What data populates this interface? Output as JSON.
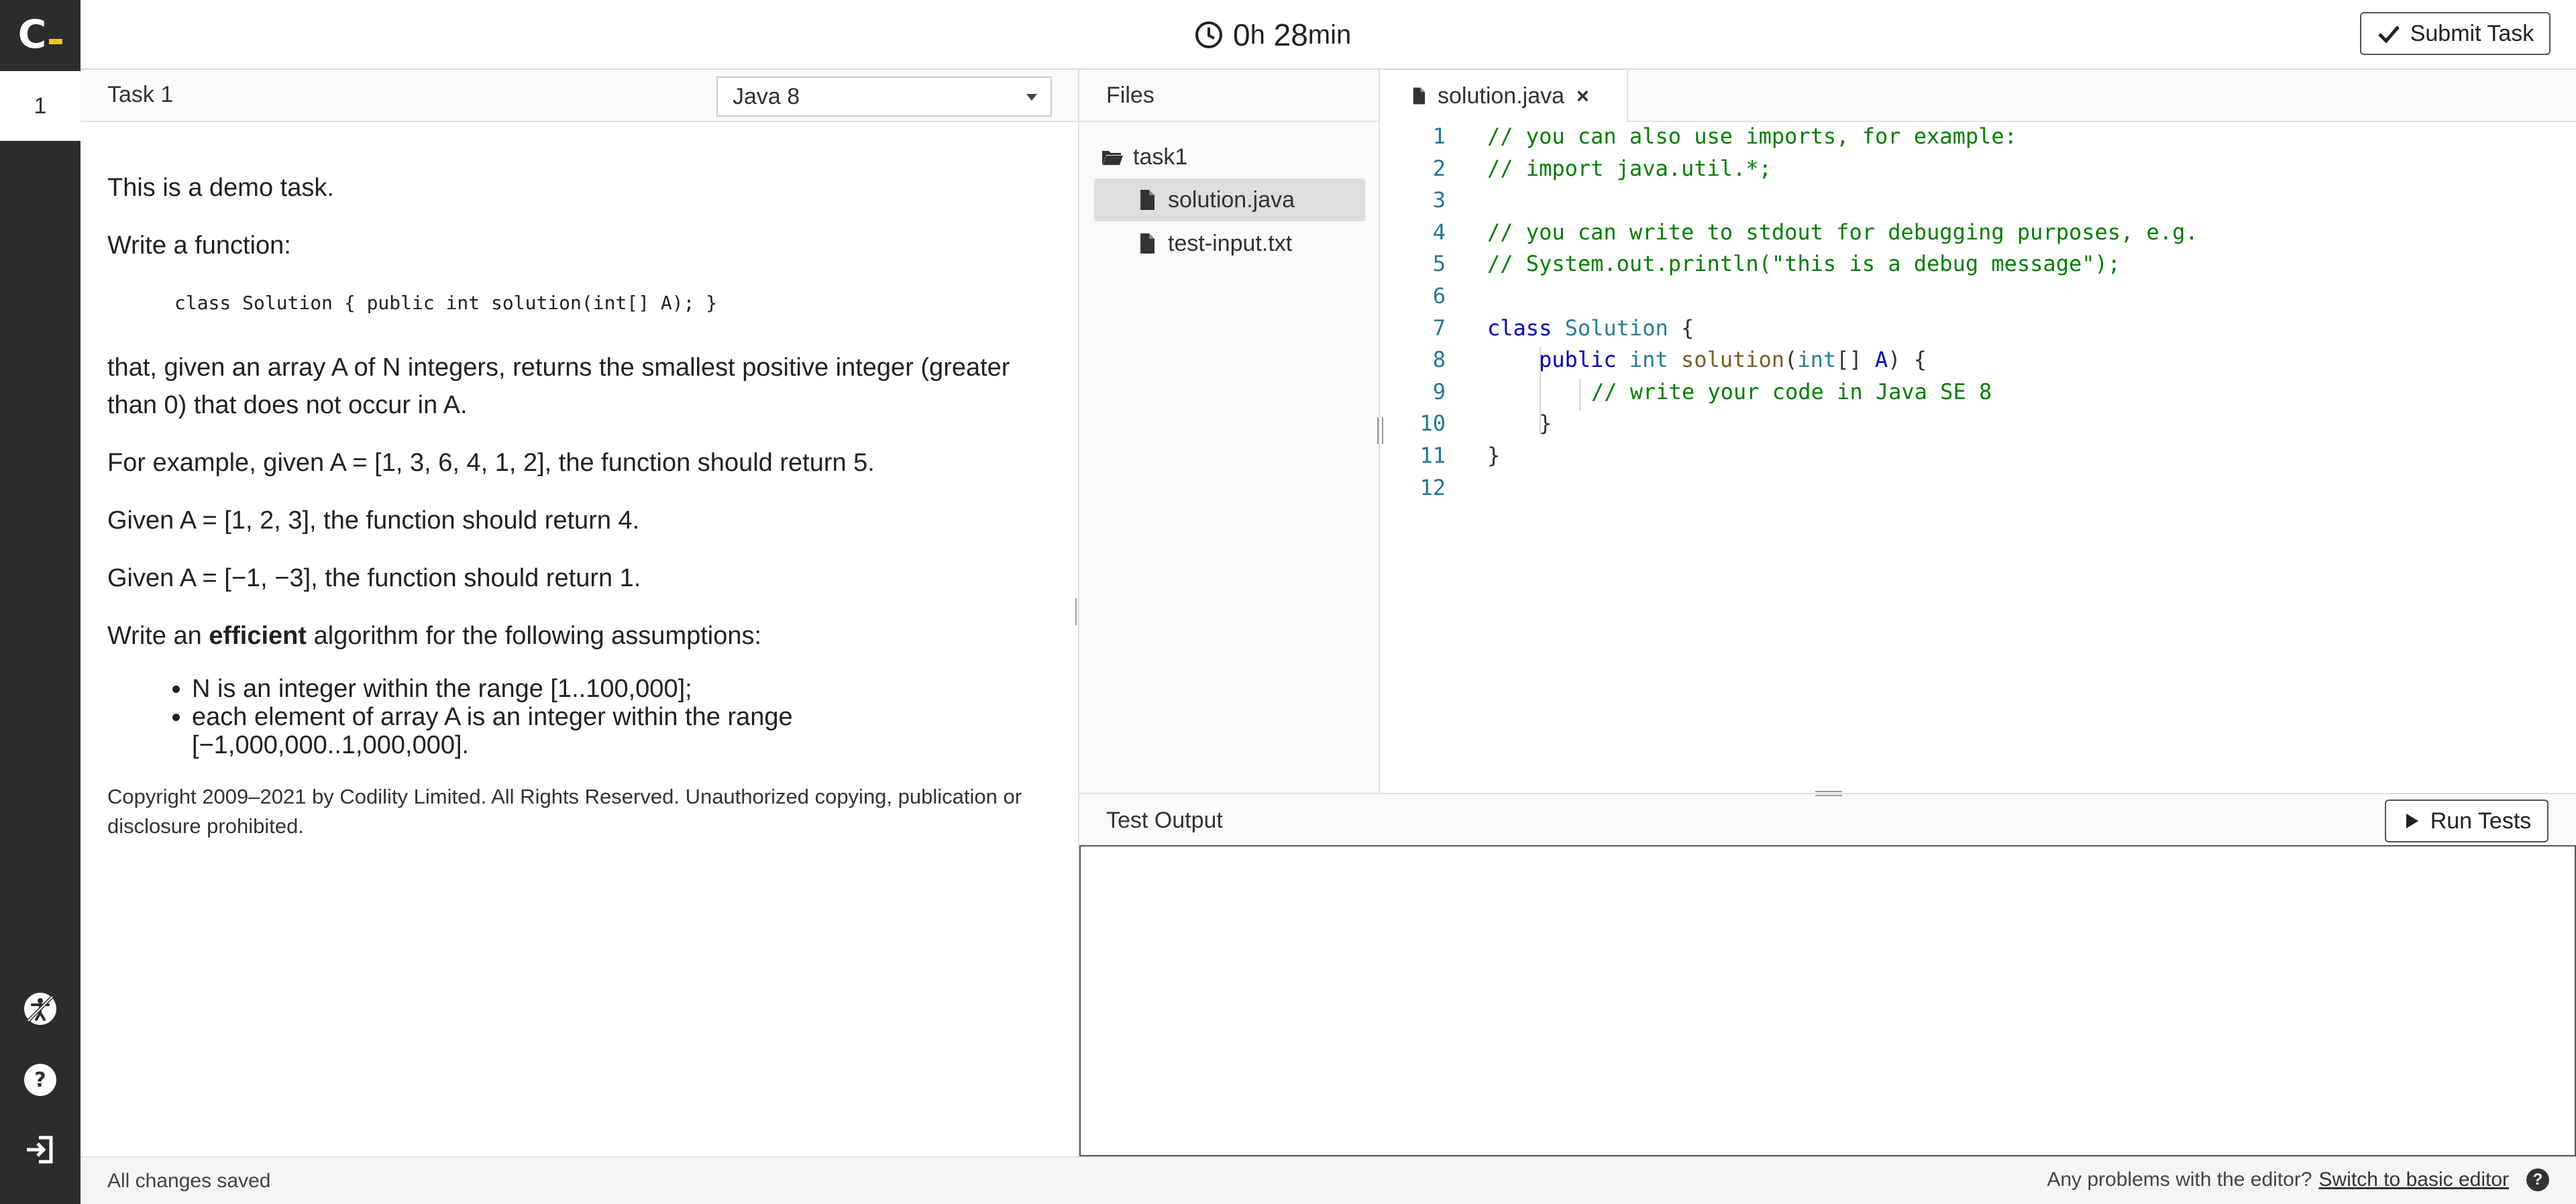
{
  "sidebar": {
    "logo_text": "C",
    "task_number": "1",
    "icons": [
      "accessibility-icon",
      "help-icon",
      "exit-icon"
    ]
  },
  "topbar": {
    "timer_hours": "0",
    "timer_h_unit": "h",
    "timer_minutes": "28",
    "timer_min_unit": "min",
    "submit_label": "Submit Task"
  },
  "task": {
    "title": "Task 1",
    "language": "Java 8",
    "paragraphs": {
      "p1": "This is a demo task.",
      "p2": "Write a function:",
      "signature": "class Solution { public int solution(int[] A); }",
      "p3": "that, given an array A of N integers, returns the smallest positive integer (greater than 0) that does not occur in A.",
      "p4": "For example, given A = [1, 3, 6, 4, 1, 2], the function should return 5.",
      "p5": "Given A = [1, 2, 3], the function should return 4.",
      "p6": "Given A = [−1, −3], the function should return 1.",
      "p7_before": "Write an ",
      "p7_bold": "efficient",
      "p7_after": " algorithm for the following assumptions:",
      "bullet1": "N is an integer within the range [1..100,000];",
      "bullet2": "each element of array A is an integer within the range [−1,000,000..1,000,000].",
      "copyright": "Copyright 2009–2021 by Codility Limited. All Rights Reserved. Unauthorized copying, publication or disclosure prohibited."
    }
  },
  "files": {
    "header": "Files",
    "folder": "task1",
    "items": [
      "solution.java",
      "test-input.txt"
    ]
  },
  "editor": {
    "tab_label": "solution.java",
    "tab_close": "×",
    "line_numbers": [
      "1",
      "2",
      "3",
      "4",
      "5",
      "6",
      "7",
      "8",
      "9",
      "10",
      "11",
      "12"
    ],
    "lines": {
      "l1": "// you can also use imports, for example:",
      "l2": "// import java.util.*;",
      "l4": "// you can write to stdout for debugging purposes, e.g.",
      "l5": "// System.out.println(\"this is a debug message\");",
      "l7_kw": "class",
      "l7_ty": "Solution",
      "l7_pn": "{",
      "l8_kw": "public",
      "l8_ty": "int",
      "l8_fn": "solution",
      "l8_p1": "(",
      "l8_ty2": "int",
      "l8_p2": "[] ",
      "l8_kw2": "A",
      "l8_p3": ") {",
      "l9": "// write your code in Java SE 8",
      "l10": "}",
      "l11": "}"
    }
  },
  "test": {
    "title": "Test Output",
    "run_label": "Run Tests"
  },
  "footer": {
    "status": "All changes saved",
    "problems_text": "Any problems with the editor?",
    "switch_link": "Switch to basic editor",
    "help_glyph": "?"
  }
}
